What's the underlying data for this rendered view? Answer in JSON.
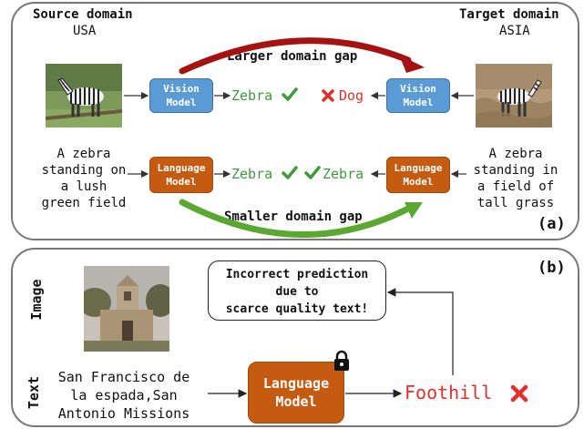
{
  "panel_a": {
    "tag": "(a)",
    "source": {
      "title": "Source domain",
      "subtitle": "USA",
      "caption": [
        "A zebra",
        "standing on",
        "a lush",
        "green field"
      ]
    },
    "target": {
      "title": "Target domain",
      "subtitle": "ASIA",
      "caption": [
        "A zebra",
        "standing in",
        "a field of",
        "tall grass"
      ]
    },
    "larger_gap": "Larger domain gap",
    "smaller_gap": "Smaller domain gap",
    "vision_model": [
      "Vision",
      "Model"
    ],
    "language_model": [
      "Language",
      "Model"
    ],
    "pred_vision_source": "Zebra",
    "pred_vision_target": "Dog",
    "pred_lang_source": "Zebra",
    "pred_lang_target": "Zebra"
  },
  "panel_b": {
    "tag": "(b)",
    "row_image": "Image",
    "row_text": "Text",
    "text_input": [
      "San Francisco de",
      "la espada,San",
      "Antonio Missions"
    ],
    "language_model": [
      "Language",
      "Model"
    ],
    "prediction": "Foothill",
    "callout": [
      "Incorrect prediction",
      "due to",
      "scarce quality text!"
    ]
  },
  "colors": {
    "vision_box": "#5b9bd5",
    "language_box": "#c55a11",
    "correct": "#3f9a3a",
    "wrong": "#e0302a",
    "large_gap_arrow": "#a51212",
    "small_gap_arrow": "#5aa832"
  }
}
